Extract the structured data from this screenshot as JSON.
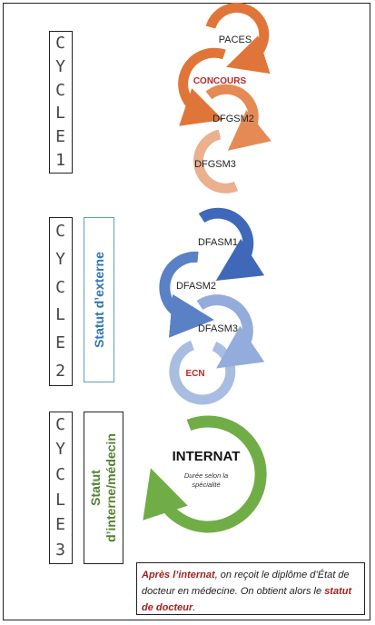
{
  "cycles": [
    {
      "letters": [
        "C",
        "Y",
        "C",
        "L",
        "E",
        "1"
      ]
    },
    {
      "letters": [
        "C",
        "Y",
        "C",
        "L",
        "E",
        "2"
      ]
    },
    {
      "letters": [
        "C",
        "Y",
        "C",
        "L",
        "E",
        "3"
      ]
    }
  ],
  "status": {
    "externe": "Statut d’externe",
    "interne_line1": "Statut",
    "interne_line2": "d’interne/médecin"
  },
  "steps": {
    "paces": "PACES",
    "concours": "CONCOURS",
    "dfgsm2": "DFGSM2",
    "dfgsm3": "DFGSM3",
    "dfasm1": "DFASM1",
    "dfasm2": "DFASM2",
    "dfasm3": "DFASM3",
    "ecn": "ECN"
  },
  "internat": {
    "title": "INTERNAT",
    "subtitle_line1": "Durée selon la",
    "subtitle_line2": "spécialité"
  },
  "caption": {
    "part1": "Après l’internat",
    "part2": ", on reçoit le diplôme d’État de docteur en médecine. On obtient alors le ",
    "part3": "statut de docteur",
    "part4": "."
  },
  "colors": {
    "orange_dark": "#e0753a",
    "orange_mid": "#e58a55",
    "orange_light": "#e8a27a",
    "blue_dark": "#3f68b8",
    "blue_mid": "#5a80c6",
    "blue_light": "#93acdb",
    "green": "#70ad47",
    "red_text": "#c0282a",
    "teal_text": "#2e75b6",
    "green_text": "#548235"
  }
}
